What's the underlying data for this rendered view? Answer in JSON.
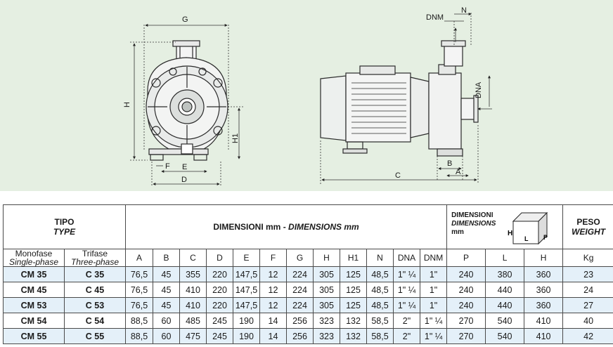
{
  "drawing": {
    "front_labels": {
      "G": "G",
      "H": "H",
      "H1": "H1",
      "F": "F",
      "E": "E",
      "D": "D"
    },
    "side_labels": {
      "DNM": "DNM",
      "N": "N",
      "DNA": "DNA",
      "B": "B",
      "A": "A",
      "C": "C"
    }
  },
  "table": {
    "tipo": "TIPO",
    "type": "TYPE",
    "dimensions_title": "DIMENSIONI mm",
    "dimensions_title_sep": " - ",
    "dimensions_title_en": "DIMENSIONS mm",
    "box_label_it": "DIMENSIONI",
    "box_label_en": "DIMENSIONS",
    "box_label_unit": "mm",
    "box_icon_letters": {
      "H": "H",
      "L": "L",
      "P": "P"
    },
    "peso": "PESO",
    "weight": "WEIGHT",
    "monofase": "Monofase",
    "single_phase": "Single-phase",
    "trifase": "Trifase",
    "three_phase": "Three-phase",
    "columns": [
      "A",
      "B",
      "C",
      "D",
      "E",
      "F",
      "G",
      "H",
      "H1",
      "N",
      "DNA",
      "DNM",
      "P",
      "L",
      "H",
      "Kg"
    ],
    "rows": [
      {
        "mono": "CM 35",
        "tri": "C 35",
        "values": [
          "76,5",
          "45",
          "355",
          "220",
          "147,5",
          "12",
          "224",
          "305",
          "125",
          "48,5",
          "1\" ¼",
          "1\"",
          "240",
          "380",
          "360",
          "23"
        ]
      },
      {
        "mono": "CM 45",
        "tri": "C 45",
        "values": [
          "76,5",
          "45",
          "410",
          "220",
          "147,5",
          "12",
          "224",
          "305",
          "125",
          "48,5",
          "1\" ¼",
          "1\"",
          "240",
          "440",
          "360",
          "24"
        ]
      },
      {
        "mono": "CM 53",
        "tri": "C 53",
        "values": [
          "76,5",
          "45",
          "410",
          "220",
          "147,5",
          "12",
          "224",
          "305",
          "125",
          "48,5",
          "1\" ¼",
          "1\"",
          "240",
          "440",
          "360",
          "27"
        ]
      },
      {
        "mono": "CM 54",
        "tri": "C 54",
        "values": [
          "88,5",
          "60",
          "485",
          "245",
          "190",
          "14",
          "256",
          "323",
          "132",
          "58,5",
          "2\"",
          "1\" ¼",
          "270",
          "540",
          "410",
          "40"
        ]
      },
      {
        "mono": "CM 55",
        "tri": "C 55",
        "values": [
          "88,5",
          "60",
          "475",
          "245",
          "190",
          "14",
          "256",
          "323",
          "132",
          "58,5",
          "2\"",
          "1\" ¼",
          "270",
          "540",
          "410",
          "42"
        ]
      }
    ]
  }
}
